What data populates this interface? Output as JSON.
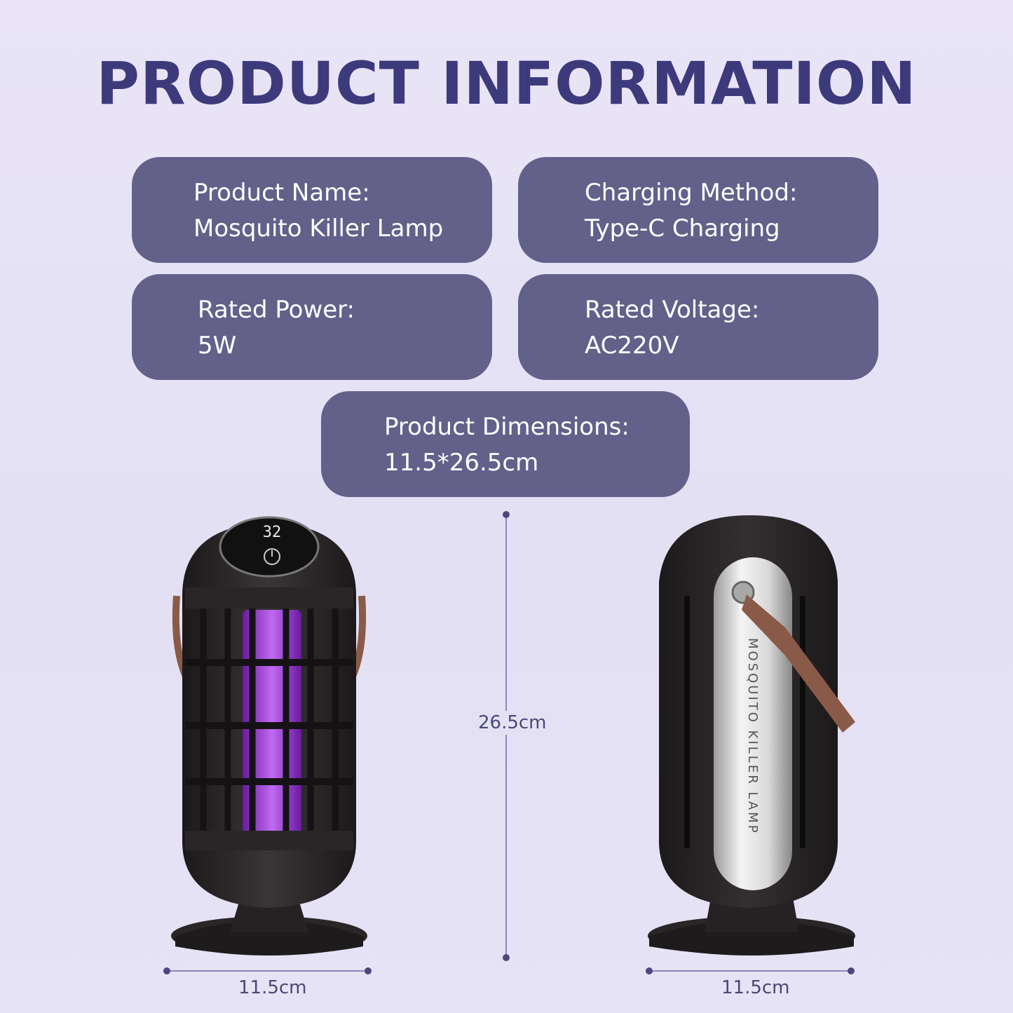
{
  "title": "PRODUCT INFORMATION",
  "cards": [
    {
      "label": "Product Name:",
      "value": "Mosquito Killer Lamp"
    },
    {
      "label": "Charging Method:",
      "value": "Type-C Charging"
    },
    {
      "label": "Rated Power:",
      "value": "5W"
    },
    {
      "label": "Rated Voltage:",
      "value": "AC220V"
    },
    {
      "label": "Product Dimensions:",
      "value": "11.5*26.5cm"
    }
  ],
  "dimensions": {
    "height": "26.5cm",
    "width_front": "11.5cm",
    "width_side": "11.5cm"
  },
  "lamp": {
    "display_reading": "32",
    "side_text": "MOSQUITO KILLER LAMP"
  },
  "colors": {
    "title": "#3d3a7c",
    "card_bg": "#63608a",
    "card_text": "#ffffff",
    "uv_glow": "#a040e0",
    "lamp_body": "#2a2628",
    "handle": "#8a5a48"
  }
}
